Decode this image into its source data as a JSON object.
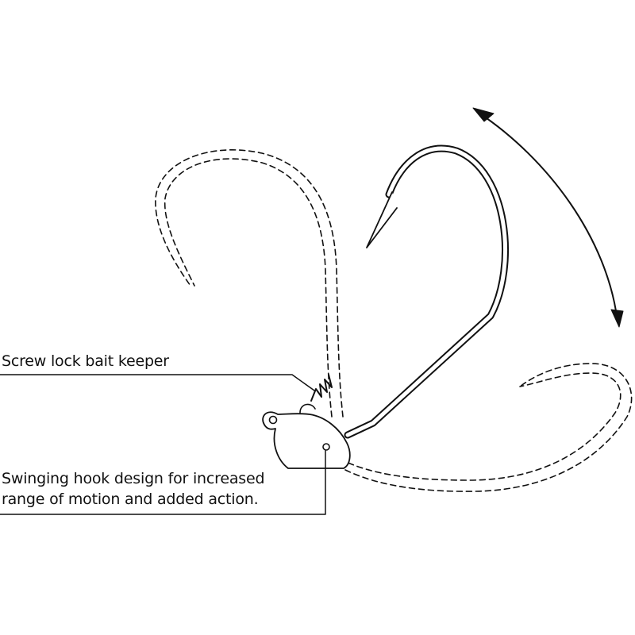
{
  "labels": {
    "bait_keeper": "Screw lock bait keeper",
    "swing_line1": "Swinging hook design for increased",
    "swing_line2": "range of motion and added action."
  },
  "colors": {
    "ink": "#111111",
    "background": "#ffffff"
  }
}
